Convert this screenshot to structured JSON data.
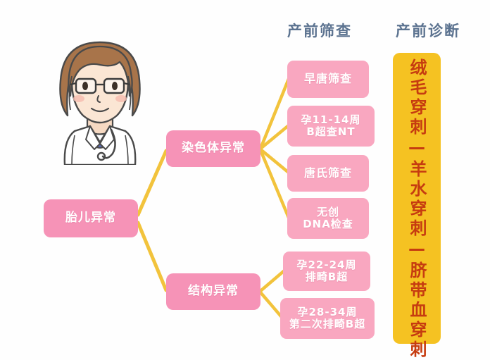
{
  "headers": {
    "prenatal_screening": "产前筛查",
    "prenatal_diagnosis": "产前诊断",
    "header_color": "#5c7390"
  },
  "nodes": {
    "root": {
      "label": "胎儿异常",
      "color": "#f693b7"
    },
    "chromosome": {
      "label": "染色体异常",
      "color": "#f693b7"
    },
    "structure": {
      "label": "结构异常",
      "color": "#f693b7"
    }
  },
  "screening_items": [
    {
      "line1": "早唐筛查",
      "line2": ""
    },
    {
      "line1": "孕11-14周",
      "line2": "B超查NT"
    },
    {
      "line1": "唐氏筛查",
      "line2": ""
    },
    {
      "line1": "无创",
      "line2": "DNA检查"
    },
    {
      "line1": "孕22-24周",
      "line2": "排畸B超"
    },
    {
      "line1": "孕28-34周",
      "line2": "第二次排畸B超"
    }
  ],
  "diagnosis": {
    "text": "绒毛穿刺—羊水穿刺—脐带血穿刺",
    "background": "#f5c222",
    "text_color": "#c63c10"
  },
  "illustration": {
    "name": "female-doctor-cartoon",
    "hair_color": "#a8744a",
    "coat_color": "#ffffff",
    "shirt_color": "#5a69ad",
    "skin_color": "#fbe6d4"
  },
  "connector_color": "#f2c33c",
  "leaf_color": "#f9a7c0"
}
